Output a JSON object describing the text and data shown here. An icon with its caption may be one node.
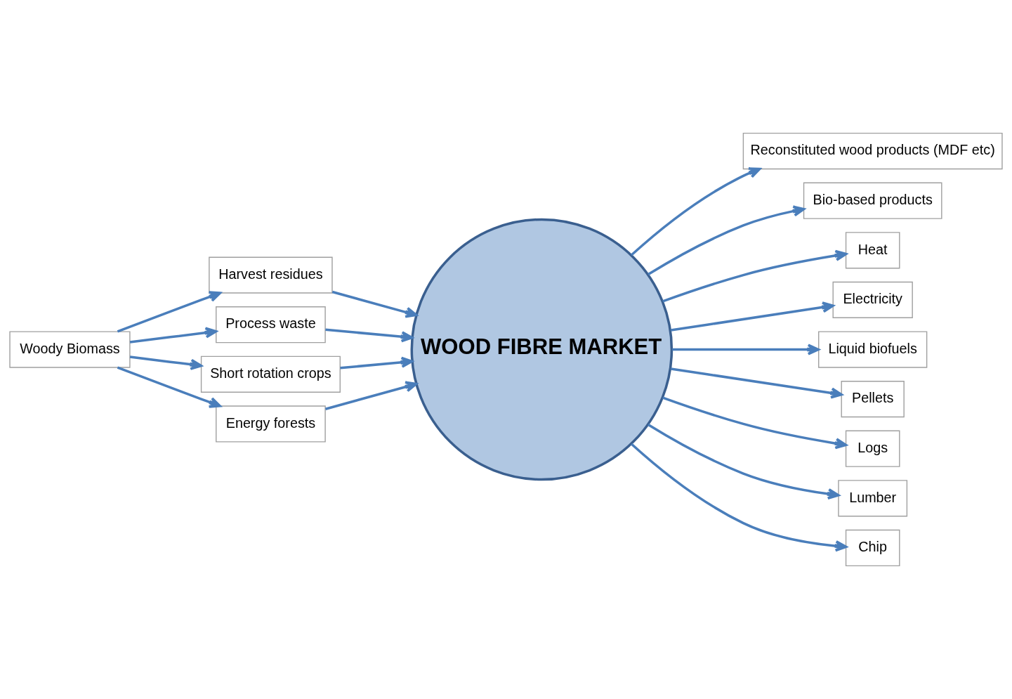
{
  "diagram": {
    "nodes": [
      {
        "text": [
          "Woody Biomass"
        ]
      },
      {
        "text": [
          "Harvest residues"
        ]
      },
      {
        "text": [
          "Process waste"
        ]
      },
      {
        "text": [
          "Short rotation crops"
        ]
      },
      {
        "text": [
          "Energy forests"
        ]
      },
      {
        "text": [
          "WOOD FIBRE MARKET"
        ]
      },
      {
        "text": [
          "Reconstituted wood products (MDF etc)"
        ]
      },
      {
        "text": [
          "Bio-based products"
        ]
      },
      {
        "text": [
          "Heat"
        ]
      },
      {
        "text": [
          "Electricity"
        ]
      },
      {
        "text": [
          "Liquid biofuels"
        ]
      },
      {
        "text": [
          "Pellets"
        ]
      },
      {
        "text": [
          "Logs"
        ]
      },
      {
        "text": [
          "Lumber"
        ]
      },
      {
        "text": [
          "Chip"
        ]
      }
    ],
    "edges": [
      {
        "from": 0,
        "to": 1,
        "arrow": "to"
      },
      {
        "from": 0,
        "to": 2,
        "arrow": "to"
      },
      {
        "from": 0,
        "to": 3,
        "arrow": "to"
      },
      {
        "from": 0,
        "to": 4,
        "arrow": "to"
      },
      {
        "from": 1,
        "to": 5,
        "arrow": "to"
      },
      {
        "from": 2,
        "to": 5,
        "arrow": "to"
      },
      {
        "from": 3,
        "to": 5,
        "arrow": "to"
      },
      {
        "from": 4,
        "to": 5,
        "arrow": "to"
      },
      {
        "from": 5,
        "to": 6,
        "arrow": "to"
      },
      {
        "from": 5,
        "to": 7,
        "arrow": "to"
      },
      {
        "from": 5,
        "to": 8,
        "arrow": "to"
      },
      {
        "from": 5,
        "to": 9,
        "arrow": "to"
      },
      {
        "from": 5,
        "to": 10,
        "arrow": "to"
      },
      {
        "from": 5,
        "to": 11,
        "arrow": "to"
      },
      {
        "from": 5,
        "to": 12,
        "arrow": "to"
      },
      {
        "from": 5,
        "to": 13,
        "arrow": "to"
      },
      {
        "from": 5,
        "to": 14,
        "arrow": "to"
      }
    ]
  }
}
